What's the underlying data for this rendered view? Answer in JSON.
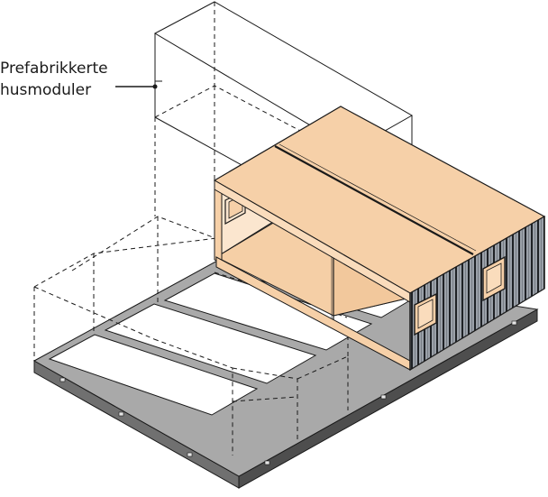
{
  "label": {
    "line1": "Prefabrikkerte",
    "line2": "husmoduler"
  },
  "colors": {
    "module_fill": "#f6d0a8",
    "module_fill_light": "#fadcbc",
    "interior_light": "#fbe6cf",
    "frame_top": "#a7a7a7",
    "frame_side": "#4e4e4e",
    "frame_end": "#6a6a6a",
    "cladding": "#9aa0a8",
    "cladding_line": "#1f2226",
    "line": "#1a1a1a"
  },
  "icons": [
    "leader-line",
    "wall-window",
    "ghost-module-outline"
  ]
}
